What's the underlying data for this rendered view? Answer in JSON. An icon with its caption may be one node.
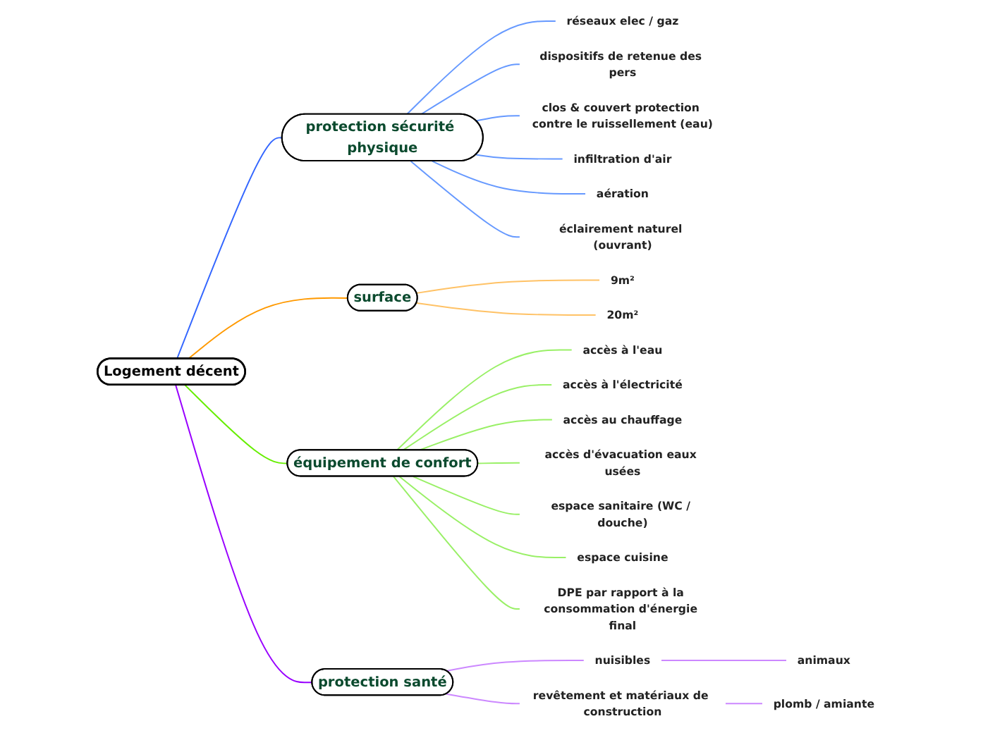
{
  "diagram": {
    "nodes": [
      {
        "text": [
          "Logement décent"
        ]
      },
      {
        "text": [
          "protection sécurité physique"
        ]
      },
      {
        "text": [
          "réseaux elec / gaz"
        ]
      },
      {
        "text": [
          "dispositifs de retenue des pers"
        ]
      },
      {
        "text": [
          "clos & couvert protection contre le ruissellement (eau)"
        ]
      },
      {
        "text": [
          "infiltration d'air"
        ]
      },
      {
        "text": [
          "aération"
        ]
      },
      {
        "text": [
          "éclairement naturel (ouvrant)"
        ]
      },
      {
        "text": [
          "surface"
        ]
      },
      {
        "text": [
          "9m²"
        ]
      },
      {
        "text": [
          "20m²"
        ]
      },
      {
        "text": [
          "équipement de confort"
        ]
      },
      {
        "text": [
          "accès à l'eau"
        ]
      },
      {
        "text": [
          "accès à l'électricité"
        ]
      },
      {
        "text": [
          "accès au chauffage"
        ]
      },
      {
        "text": [
          "accès d'évacuation eaux usées"
        ]
      },
      {
        "text": [
          "espace sanitaire (WC / douche)"
        ]
      },
      {
        "text": [
          "espace cuisine"
        ]
      },
      {
        "text": [
          "DPE par rapport à la consommation d'énergie final"
        ]
      },
      {
        "text": [
          "protection santé"
        ]
      },
      {
        "text": [
          "nuisibles"
        ]
      },
      {
        "text": [
          "animaux"
        ]
      },
      {
        "text": [
          "revêtement et matériaux de construction"
        ]
      },
      {
        "text": [
          "plomb / amiante"
        ]
      }
    ],
    "edges": [
      {
        "from": 0,
        "to": 1,
        "arrow": "none",
        "color": "#3366ff"
      },
      {
        "from": 1,
        "to": 2,
        "arrow": "none",
        "color": "#6699ff"
      },
      {
        "from": 1,
        "to": 3,
        "arrow": "none",
        "color": "#6699ff"
      },
      {
        "from": 1,
        "to": 4,
        "arrow": "none",
        "color": "#6699ff"
      },
      {
        "from": 1,
        "to": 5,
        "arrow": "none",
        "color": "#6699ff"
      },
      {
        "from": 1,
        "to": 6,
        "arrow": "none",
        "color": "#6699ff"
      },
      {
        "from": 1,
        "to": 7,
        "arrow": "none",
        "color": "#6699ff"
      },
      {
        "from": 0,
        "to": 8,
        "arrow": "none",
        "color": "#ff9900"
      },
      {
        "from": 8,
        "to": 9,
        "arrow": "none",
        "color": "#ffc266"
      },
      {
        "from": 8,
        "to": 10,
        "arrow": "none",
        "color": "#ffc266"
      },
      {
        "from": 0,
        "to": 11,
        "arrow": "none",
        "color": "#66ee00"
      },
      {
        "from": 11,
        "to": 12,
        "arrow": "none",
        "color": "#99f066"
      },
      {
        "from": 11,
        "to": 13,
        "arrow": "none",
        "color": "#99f066"
      },
      {
        "from": 11,
        "to": 14,
        "arrow": "none",
        "color": "#99f066"
      },
      {
        "from": 11,
        "to": 15,
        "arrow": "none",
        "color": "#99f066"
      },
      {
        "from": 11,
        "to": 16,
        "arrow": "none",
        "color": "#99f066"
      },
      {
        "from": 11,
        "to": 17,
        "arrow": "none",
        "color": "#99f066"
      },
      {
        "from": 11,
        "to": 18,
        "arrow": "none",
        "color": "#99f066"
      },
      {
        "from": 0,
        "to": 19,
        "arrow": "none",
        "color": "#9900ff"
      },
      {
        "from": 19,
        "to": 20,
        "arrow": "none",
        "color": "#cc88ff"
      },
      {
        "from": 20,
        "to": 21,
        "arrow": "none",
        "color": "#cc88ff"
      },
      {
        "from": 19,
        "to": 22,
        "arrow": "none",
        "color": "#cc88ff"
      },
      {
        "from": 22,
        "to": 23,
        "arrow": "none",
        "color": "#cc88ff"
      }
    ]
  }
}
